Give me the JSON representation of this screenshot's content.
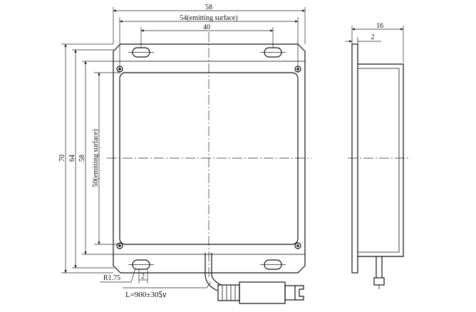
{
  "drawing": {
    "front_view": {
      "dim_overall_width": "58",
      "dim_emitting_width": "54(emitting surface)",
      "dim_hole_spacing_x": "40",
      "dim_overall_height": "70",
      "dim_plate_height": "64",
      "dim_frame_height": "58",
      "dim_emitting_height": "50(emitting surface)",
      "dim_radius": "R1.75",
      "dim_slot": "2",
      "cable_length": "L=900±30㏜"
    },
    "side_view": {
      "dim_depth": "16",
      "dim_flange": "2"
    }
  }
}
